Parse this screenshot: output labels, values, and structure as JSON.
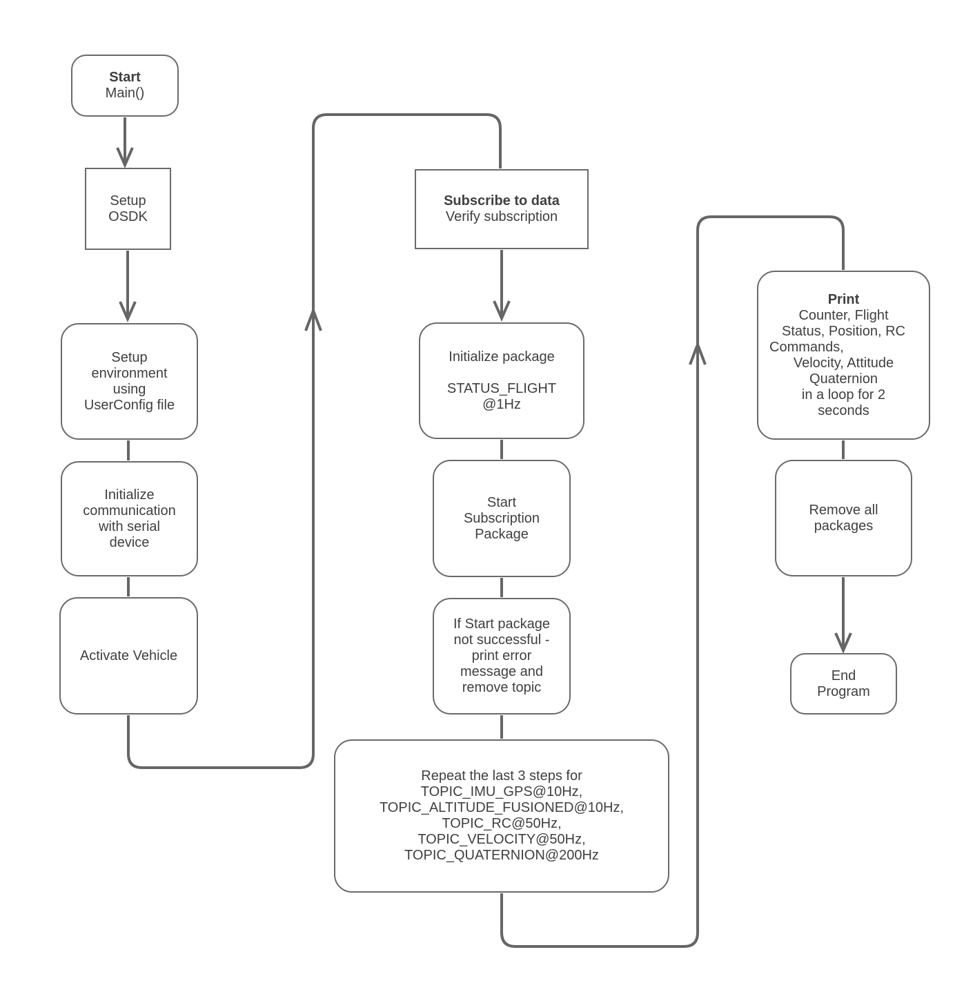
{
  "diagram": {
    "colors": {
      "line": "#666666",
      "border": "#6a6a6a",
      "text": "#3f3f3f",
      "background": "#ffffff"
    },
    "nodes": {
      "start": {
        "title": "Start",
        "lines": [
          "Main()"
        ]
      },
      "setup_osdk": {
        "lines": [
          "Setup",
          "OSDK"
        ]
      },
      "setup_env": {
        "lines": [
          "Setup",
          "environment",
          "using",
          "UserConfig file"
        ]
      },
      "init_comm": {
        "lines": [
          "Initialize",
          "communication",
          "with serial",
          "device"
        ]
      },
      "activate": {
        "lines": [
          "Activate Vehicle"
        ]
      },
      "subscribe": {
        "title": "Subscribe to data",
        "lines": [
          "Verify subscription"
        ]
      },
      "init_package": {
        "lines": [
          "Initialize package",
          "",
          "STATUS_FLIGHT",
          "@1Hz"
        ]
      },
      "start_sub": {
        "lines": [
          "Start",
          "Subscription",
          "Package"
        ]
      },
      "if_start": {
        "lines": [
          "If Start package",
          "not successful -",
          "print error",
          "message and",
          "remove topic"
        ]
      },
      "repeat": {
        "lines": [
          "Repeat the last 3 steps for",
          "TOPIC_IMU_GPS@10Hz,",
          "TOPIC_ALTITUDE_FUSIONED@10Hz,",
          "TOPIC_RC@50Hz,",
          "TOPIC_VELOCITY@50Hz,",
          "TOPIC_QUATERNION@200Hz"
        ]
      },
      "print": {
        "title": "Print",
        "lines": [
          "Counter, Flight",
          "Status, Position, RC",
          "Commands,",
          "Velocity, Attitude",
          "Quaternion",
          "in a loop for 2",
          "seconds"
        ]
      },
      "remove_all": {
        "lines": [
          "Remove all",
          "packages"
        ]
      },
      "end": {
        "lines": [
          "End",
          "Program"
        ]
      }
    }
  }
}
